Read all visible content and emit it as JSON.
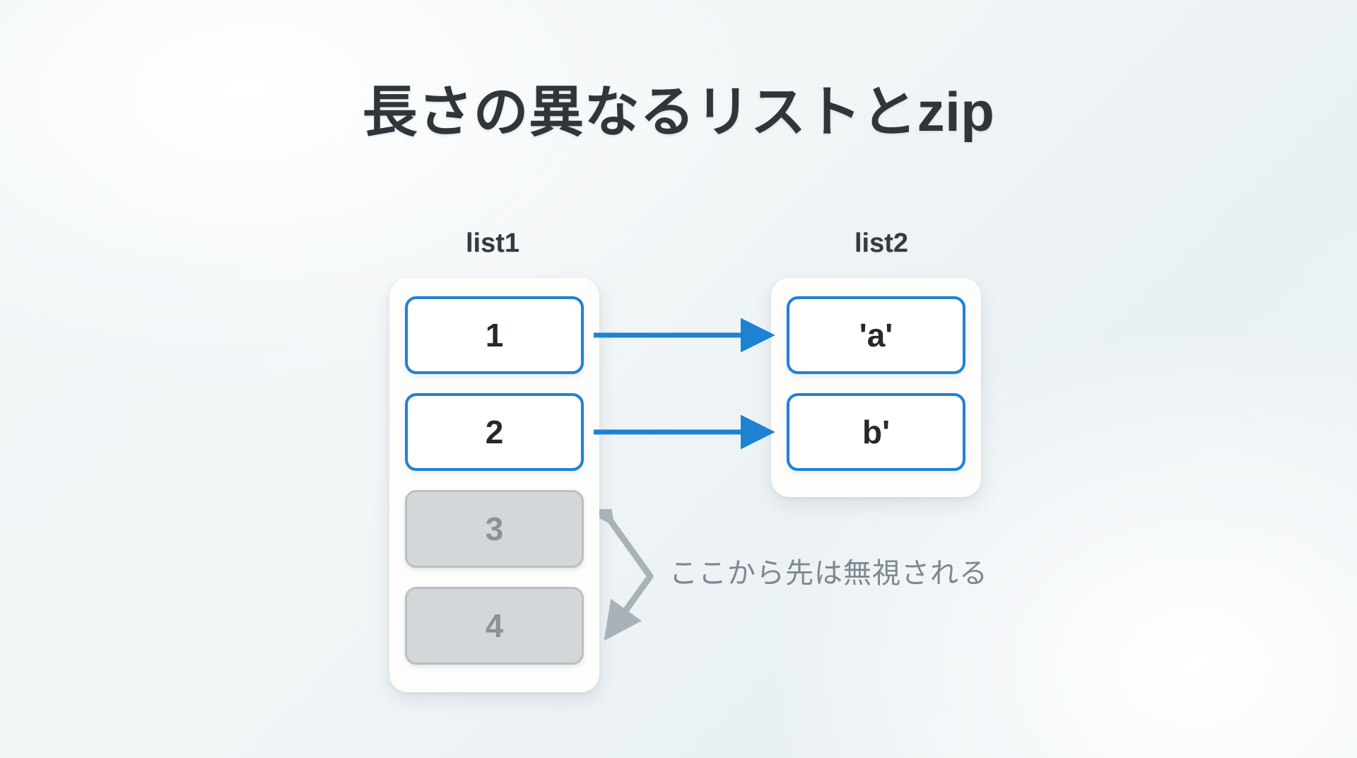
{
  "page": {
    "title": "長さの異なるリストとzip",
    "background_color": "#eef4f6"
  },
  "colors": {
    "accent_blue": "#1e82d2",
    "muted_gray": "#b9bfc3",
    "muted_text": "#8b9296",
    "text_dark": "#2f3539",
    "annotation_gray": "#7f888e"
  },
  "columns": [
    {
      "id": "list1",
      "label": "list1",
      "cells": [
        {
          "value": "1",
          "state": "active"
        },
        {
          "value": "2",
          "state": "active"
        },
        {
          "value": "3",
          "state": "ignored"
        },
        {
          "value": "4",
          "state": "ignored"
        }
      ]
    },
    {
      "id": "list2",
      "label": "list2",
      "cells": [
        {
          "value": "'a'",
          "state": "active"
        },
        {
          "value": "b'",
          "state": "active"
        }
      ]
    }
  ],
  "pairings": [
    {
      "from": "1",
      "to": "'a'"
    },
    {
      "from": "2",
      "to": "b'"
    }
  ],
  "annotation": {
    "text": "ここから先は無視される",
    "points_to": [
      "3",
      "4"
    ]
  }
}
